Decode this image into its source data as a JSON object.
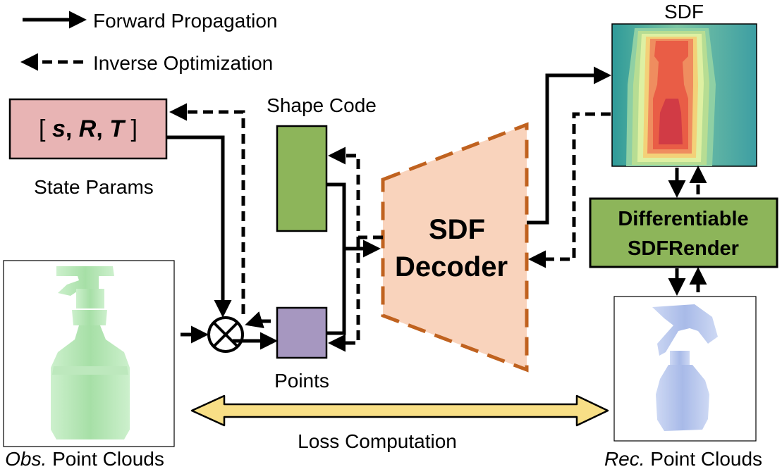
{
  "legend": {
    "forward_label": "Forward Propagation",
    "inverse_label": "Inverse Optimization"
  },
  "state_params": {
    "box_open": "[",
    "s": "s",
    "comma1": ",",
    "R": "R",
    "comma2": ",",
    "T": "T",
    "box_close": "]",
    "caption": "State Params"
  },
  "shape_code": {
    "caption": "Shape Code"
  },
  "points": {
    "caption": "Points"
  },
  "decoder": {
    "line1": "SDF",
    "line2": "Decoder"
  },
  "sdf_map": {
    "caption": "SDF"
  },
  "renderer": {
    "line1": "Differentiable",
    "line2": "SDFRender"
  },
  "observed": {
    "caption_italic": "Obs.",
    "caption_rest": " Point Clouds"
  },
  "reconstructed": {
    "caption_italic": "Rec.",
    "caption_rest": " Point Clouds"
  },
  "loss": {
    "label": "Loss Computation"
  },
  "colors": {
    "state_params_fill": "#e8b4b4",
    "shape_code_fill": "#8db55a",
    "points_fill": "#a697c0",
    "decoder_fill": "#f9d3bc",
    "decoder_border": "#c0621f",
    "renderer_fill": "#8db55a",
    "loss_arrow_fill": "#f8df86",
    "observed_cloud": "#9ddc9d",
    "reconstructed_cloud": "#9fb3e6"
  }
}
